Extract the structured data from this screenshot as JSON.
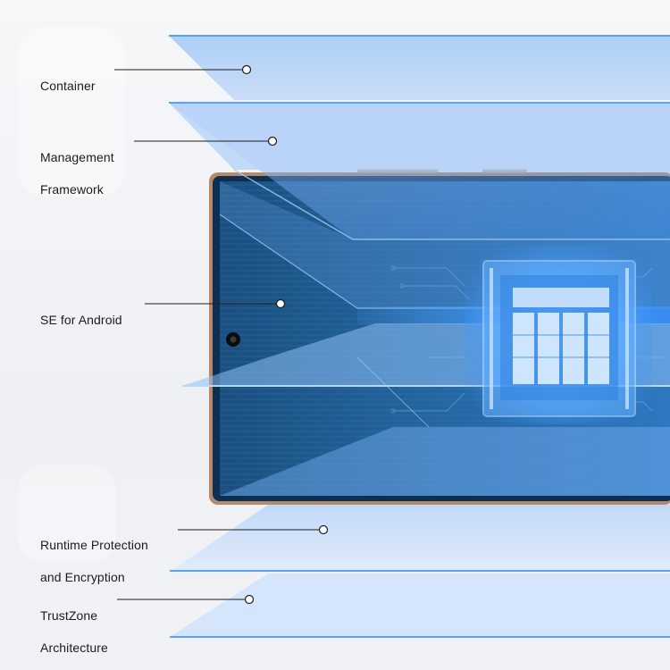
{
  "layers": [
    {
      "id": "container",
      "lines": [
        "Container"
      ]
    },
    {
      "id": "management-framework",
      "lines": [
        "Management",
        "Framework"
      ]
    },
    {
      "id": "se-for-android",
      "lines": [
        "SE for Android"
      ]
    },
    {
      "id": "runtime-protection",
      "lines": [
        "Runtime Protection",
        "and Encryption"
      ]
    },
    {
      "id": "trustzone",
      "lines": [
        "TrustZone",
        "Architecture"
      ]
    }
  ],
  "colors": {
    "panel_light": "#cfe1fb",
    "panel_mid": "#a9c9f7",
    "panel_edge": "#5aa2ee",
    "phone_screen": "#1d5a8e",
    "chip_glow": "#4fa6ff",
    "text": "#1c1c1c"
  }
}
